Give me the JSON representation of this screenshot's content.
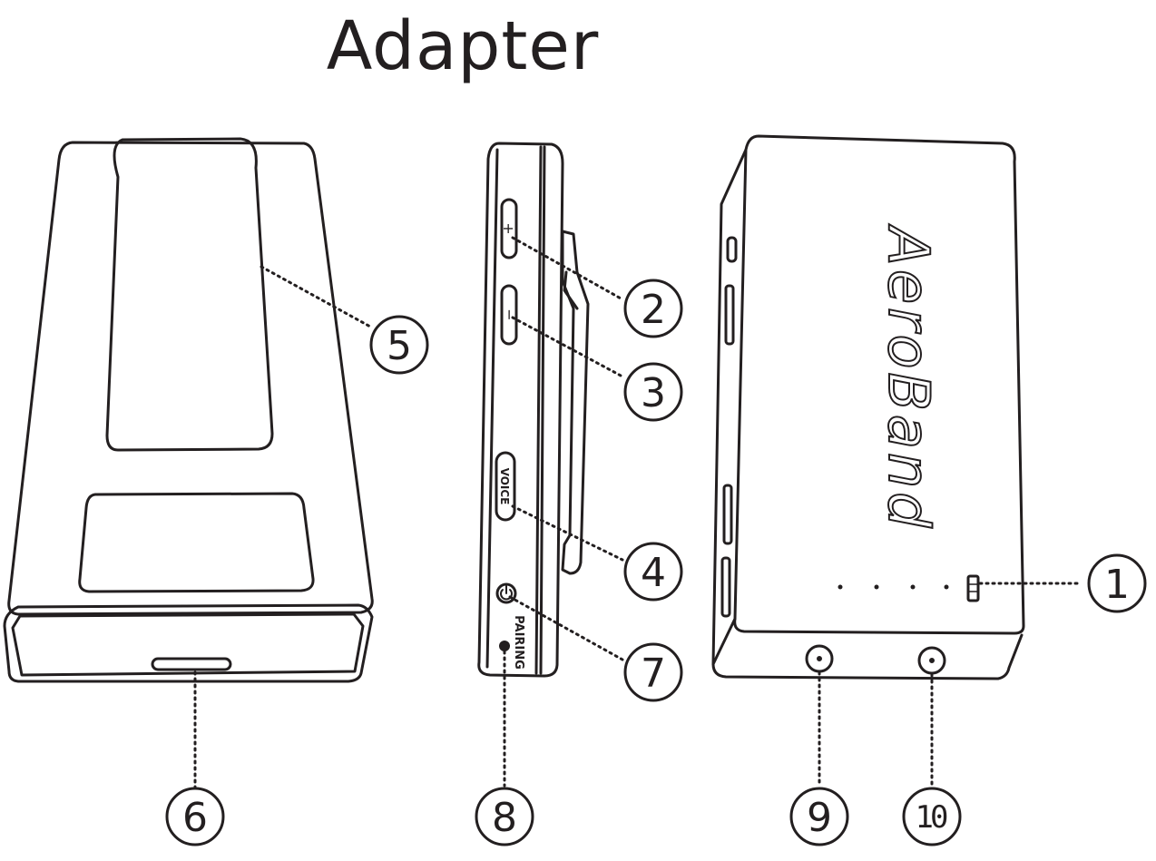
{
  "title": "Adapter",
  "colors": {
    "stroke": "#231f20",
    "background": "#ffffff"
  },
  "device_labels": {
    "plus": "+",
    "minus": "−",
    "voice": "VOICE",
    "pairing": "PAIRING",
    "logo": "AeroBand"
  },
  "callouts": [
    {
      "id": "1",
      "label": "1"
    },
    {
      "id": "2",
      "label": "2"
    },
    {
      "id": "3",
      "label": "3"
    },
    {
      "id": "4",
      "label": "4"
    },
    {
      "id": "5",
      "label": "5"
    },
    {
      "id": "6",
      "label": "6"
    },
    {
      "id": "7",
      "label": "7"
    },
    {
      "id": "8",
      "label": "8"
    },
    {
      "id": "9",
      "label": "9"
    },
    {
      "id": "10",
      "label": "10"
    }
  ]
}
